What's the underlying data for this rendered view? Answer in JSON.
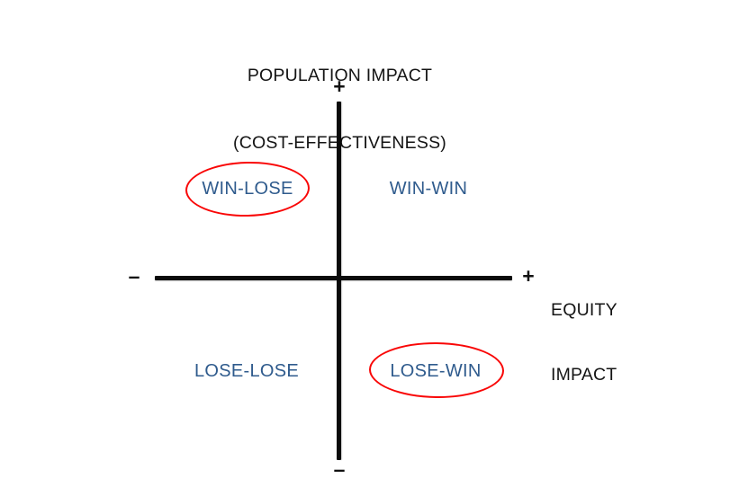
{
  "chart_data": {
    "type": "scatter",
    "title": "POPULATION IMPACT\n(COST-EFFECTIVENESS)",
    "title_lines": [
      "POPULATION IMPACT",
      "(COST-EFFECTIVENESS)"
    ],
    "ylabel": "POPULATION IMPACT (COST-EFFECTIVENESS)",
    "xlabel": "EQUITY IMPACT",
    "xlabel_lines": [
      "EQUITY",
      "IMPACT"
    ],
    "grid": false,
    "legend": "none",
    "axis_signs": {
      "top": "+",
      "bottom": "–",
      "left": "–",
      "right": "+"
    },
    "xlim": [
      -1,
      1
    ],
    "ylim": [
      -1,
      1
    ],
    "quadrants": [
      {
        "id": "win-lose",
        "label": "WIN-LOSE",
        "x": -0.5,
        "y": 0.55,
        "equity": "negative",
        "population": "positive",
        "highlighted": true
      },
      {
        "id": "win-win",
        "label": "WIN-WIN",
        "x": 0.5,
        "y": 0.55,
        "equity": "positive",
        "population": "positive",
        "highlighted": false
      },
      {
        "id": "lose-lose",
        "label": "LOSE-LOSE",
        "x": -0.5,
        "y": -0.5,
        "equity": "negative",
        "population": "negative",
        "highlighted": false
      },
      {
        "id": "lose-win",
        "label": "LOSE-WIN",
        "x": 0.5,
        "y": -0.5,
        "equity": "positive",
        "population": "negative",
        "highlighted": true
      }
    ],
    "annotations": [
      {
        "type": "ellipse",
        "target": "WIN-LOSE",
        "color": "#f90606"
      },
      {
        "type": "ellipse",
        "target": "LOSE-WIN",
        "color": "#f90606"
      }
    ]
  },
  "title": {
    "line1": "POPULATION IMPACT",
    "line2": "(COST-EFFECTIVENESS)"
  },
  "axes": {
    "x_title_line1": "EQUITY",
    "x_title_line2": "IMPACT",
    "sign_top": "+",
    "sign_bottom": "–",
    "sign_left": "–",
    "sign_right": "+"
  },
  "quadrant_labels": {
    "top_left": "WIN-LOSE",
    "top_right": "WIN-WIN",
    "bottom_left": "LOSE-LOSE",
    "bottom_right": "LOSE-WIN"
  },
  "colors": {
    "background": "#ffffff",
    "axis": "#0b0b0b",
    "title_text": "#141414",
    "quadrant_text": "#2f5b8d",
    "highlight": "#f90606"
  }
}
